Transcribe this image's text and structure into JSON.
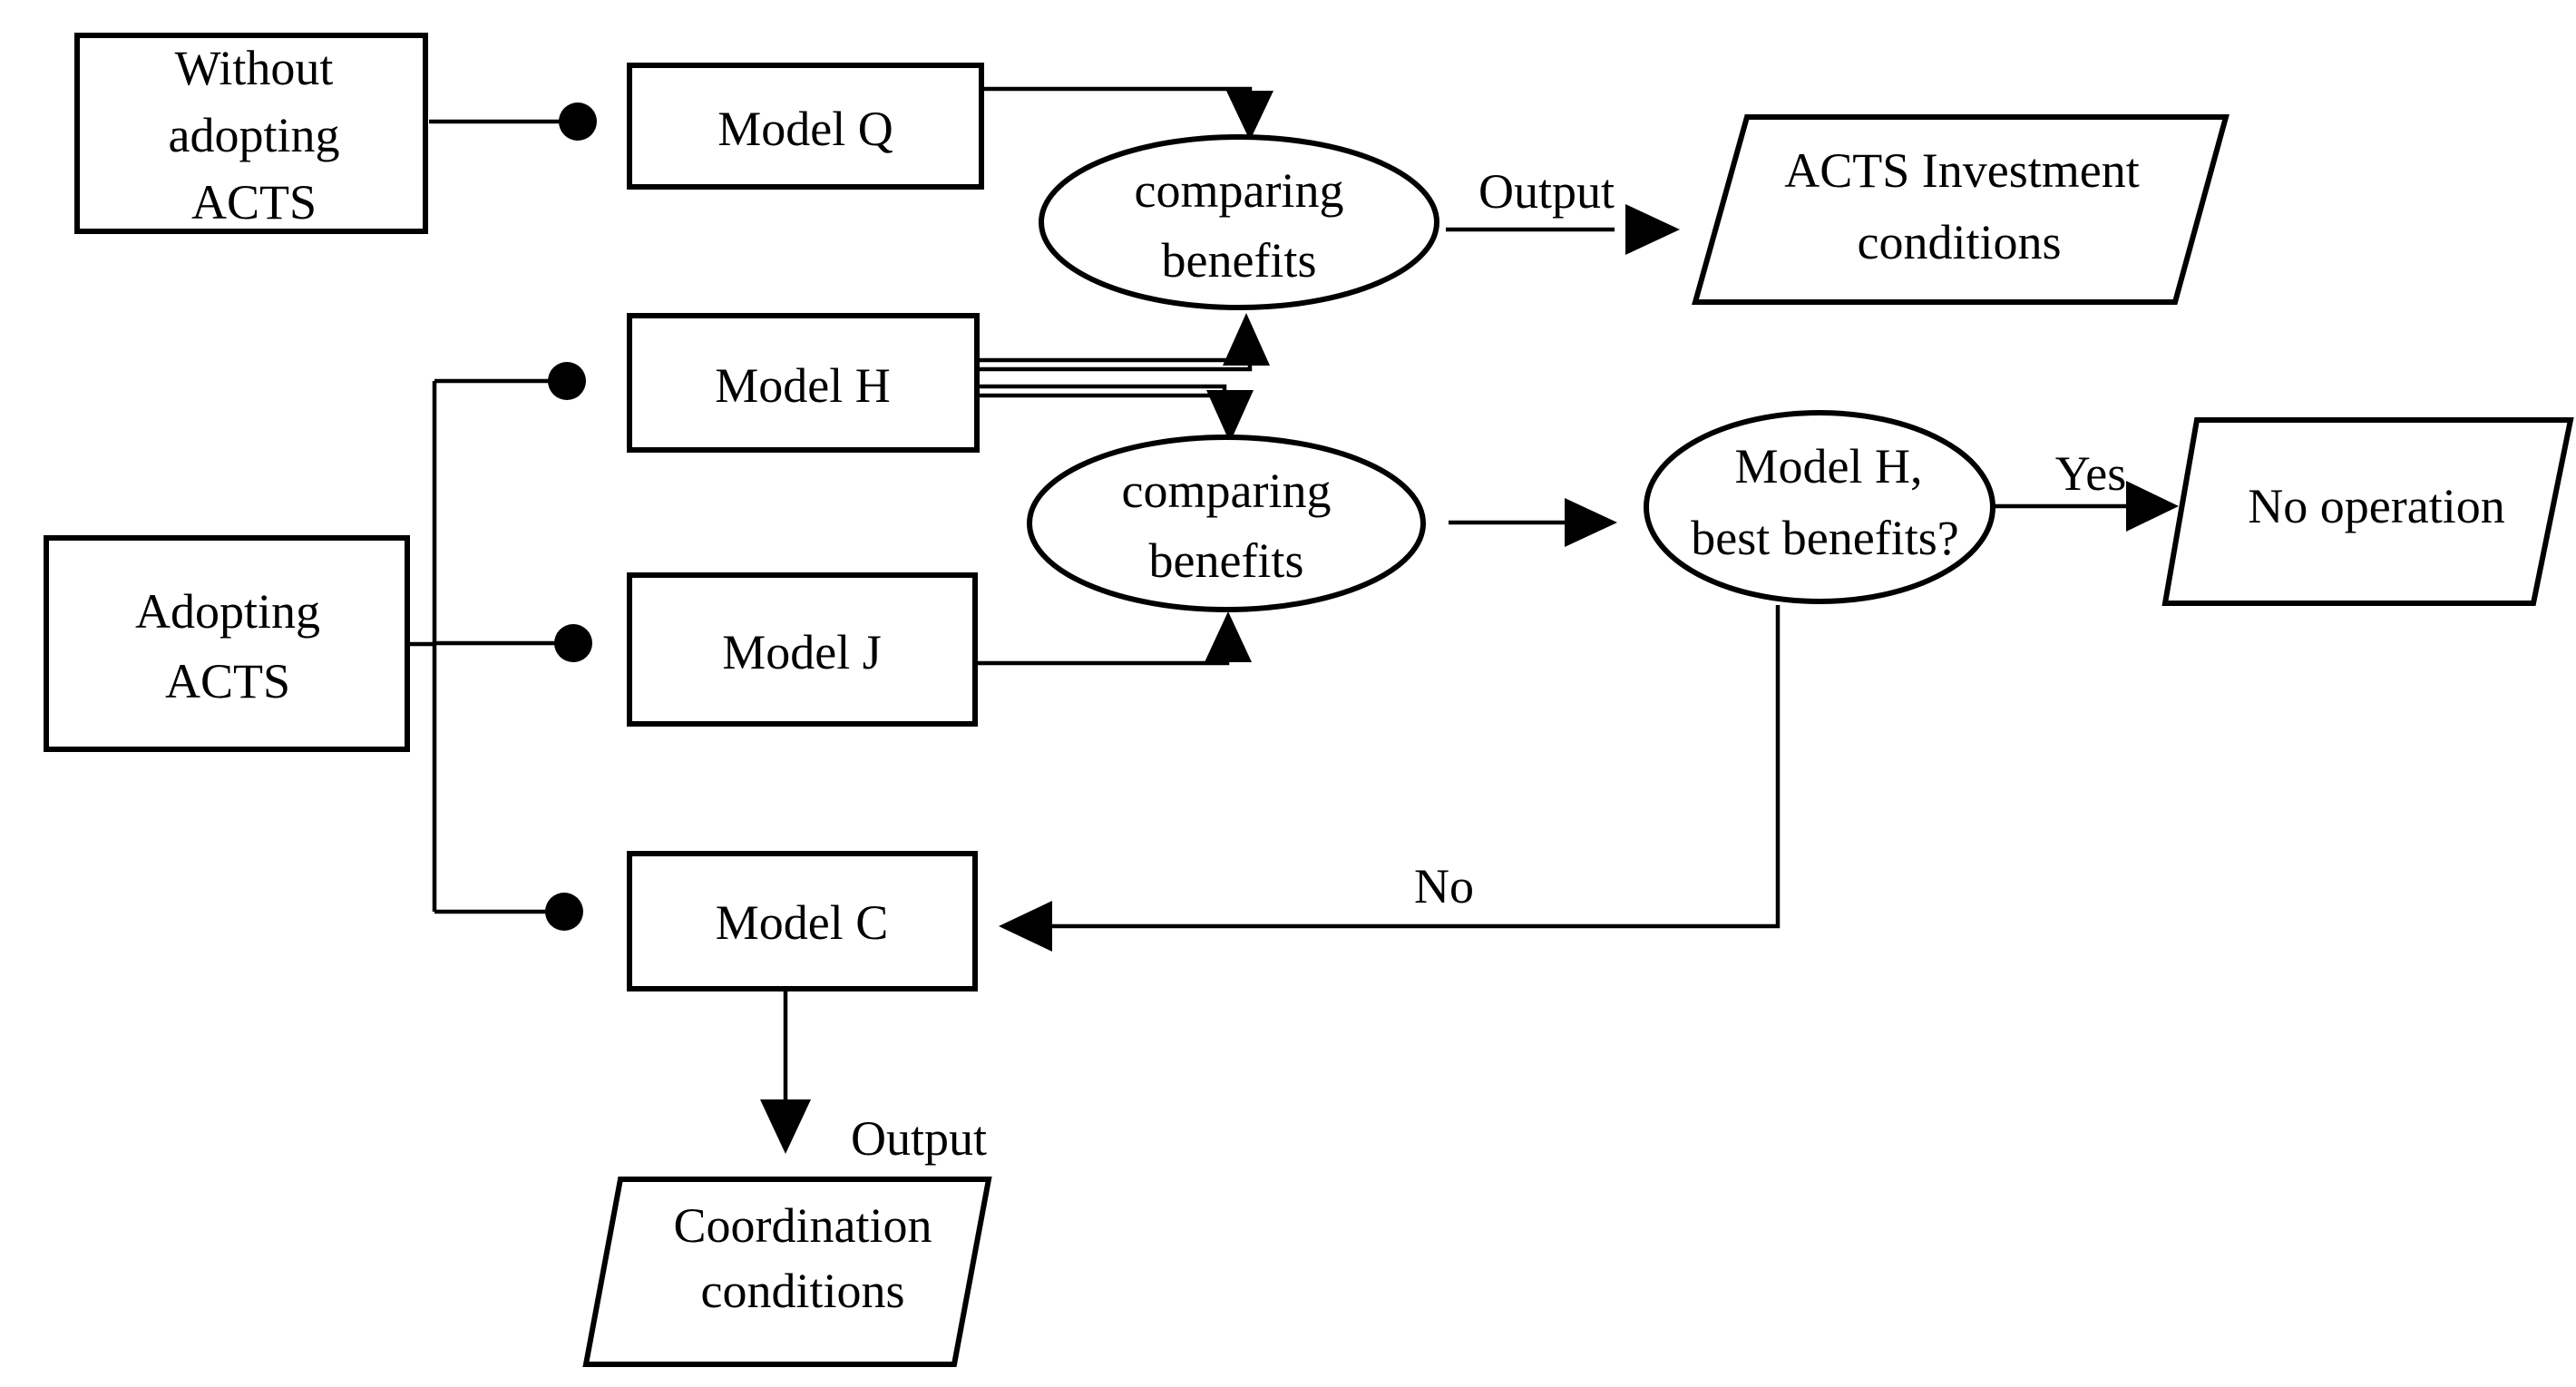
{
  "nodes": {
    "without_acts": {
      "lines": [
        "Without",
        "adopting",
        "ACTS"
      ]
    },
    "adopting_acts": {
      "lines": [
        "Adopting",
        "ACTS"
      ]
    },
    "model_q": {
      "lines": [
        "Model Q"
      ]
    },
    "model_h": {
      "lines": [
        "Model H"
      ]
    },
    "model_j": {
      "lines": [
        "Model J"
      ]
    },
    "model_c": {
      "lines": [
        "Model C"
      ]
    },
    "compare_top": {
      "lines": [
        "comparing",
        "benefits"
      ]
    },
    "compare_mid": {
      "lines": [
        "comparing",
        "benefits"
      ]
    },
    "decision": {
      "lines": [
        "Model H,",
        "best benefits?"
      ]
    },
    "acts_investment": {
      "lines": [
        "ACTS Investment",
        "conditions"
      ]
    },
    "no_operation": {
      "lines": [
        "No operation"
      ]
    },
    "coordination": {
      "lines": [
        "Coordination",
        "conditions"
      ]
    }
  },
  "edge_labels": {
    "output_top": "Output",
    "yes": "Yes",
    "no": "No",
    "output_bottom": "Output"
  }
}
